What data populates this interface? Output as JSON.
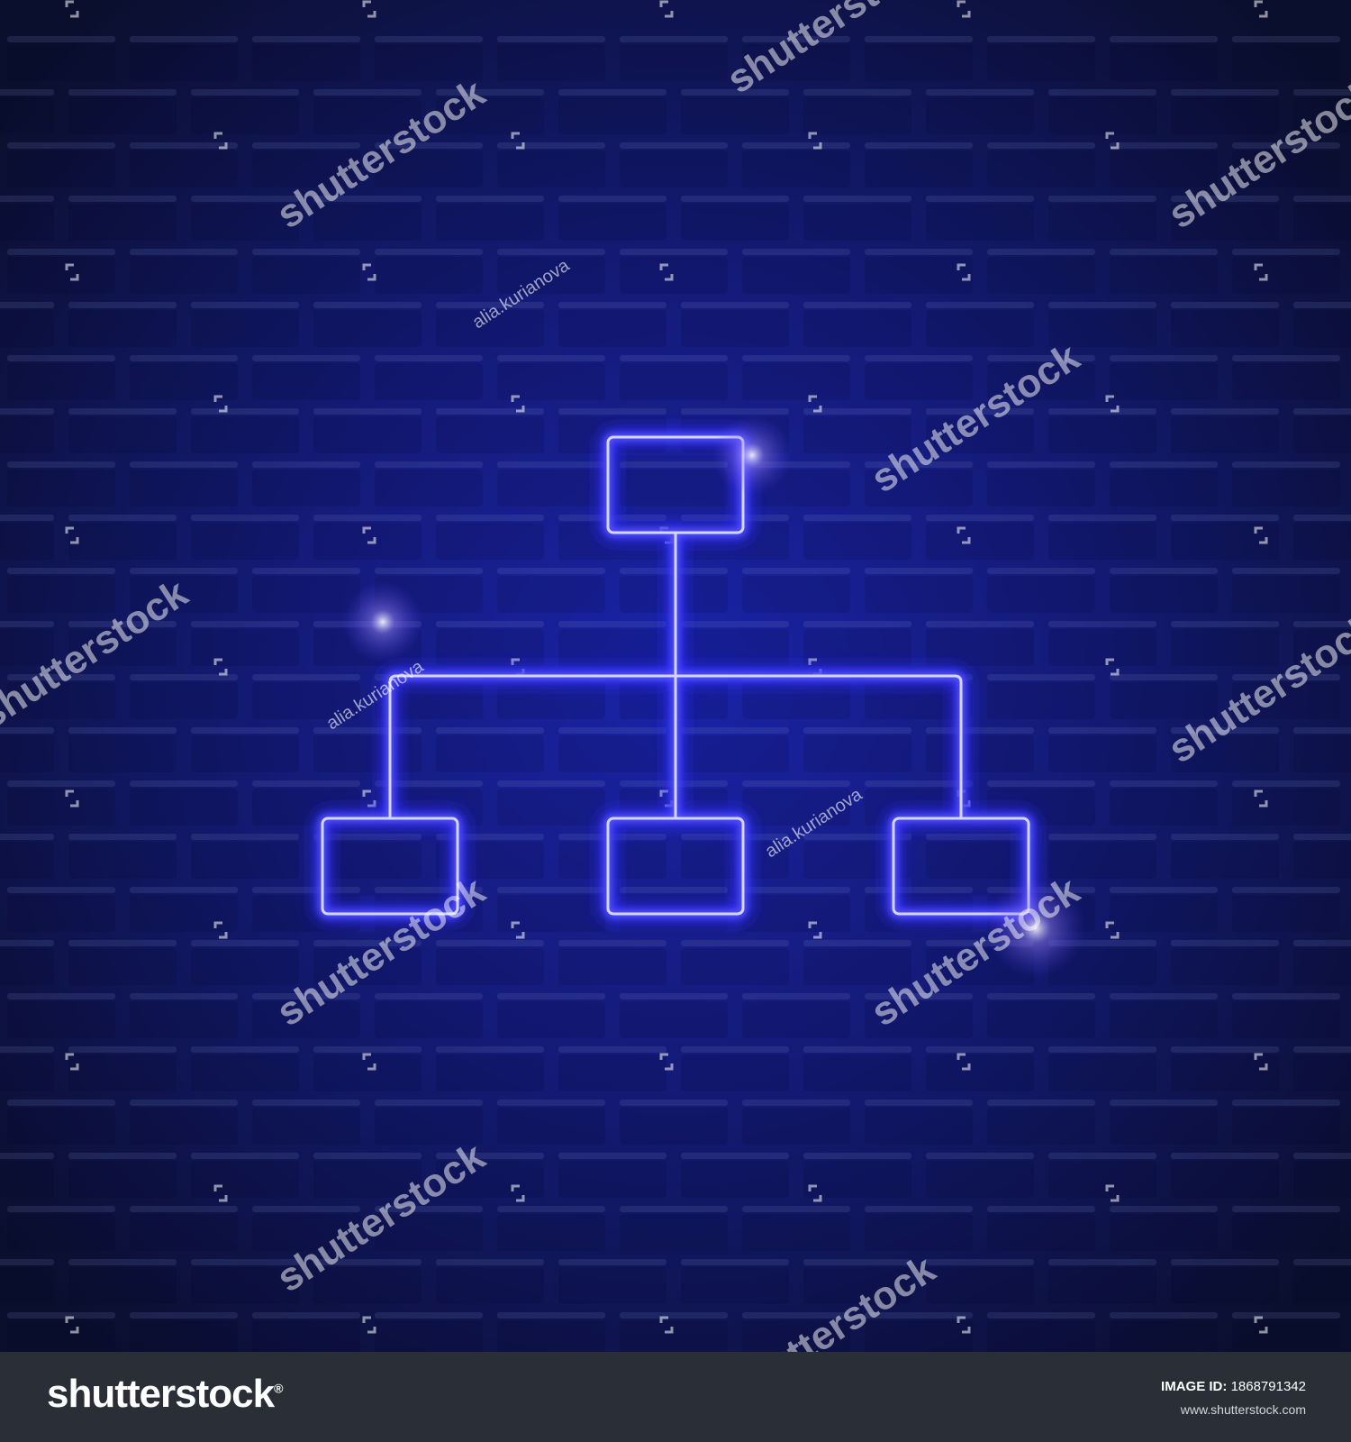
{
  "image": {
    "subject": "Neon organization chart / hierarchy diagram icon on a dark blue brick wall",
    "colors": {
      "background_dark": "#0b0f2e",
      "brick_light": "#1c2a8a",
      "neon_glow": "#2a2bff",
      "neon_core": "#c9ccff",
      "footer_bar": "#2a2e36"
    },
    "diagram": {
      "icon": "hierarchy-icon",
      "nodes": [
        "top",
        "bottom-left",
        "bottom-center",
        "bottom-right"
      ]
    }
  },
  "watermark": {
    "logo": "shutterstock",
    "author": "alia.kurianova"
  },
  "footer": {
    "logo": "shutterstock",
    "logo_mark": "®",
    "image_id_label": "IMAGE ID:",
    "image_id": "1868791342",
    "site": "www.shutterstock.com"
  }
}
